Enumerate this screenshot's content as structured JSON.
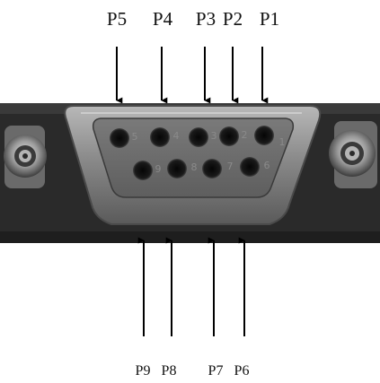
{
  "colors": {
    "background": "#ffffff",
    "photo_backdrop": "#2a2a2a",
    "metal_shell": "#9a9a9a",
    "connector_face": "#6f6f6f",
    "pin_hole": "#111111",
    "arrow": "#000000"
  },
  "top_labels": [
    "P5",
    "P4",
    "P3",
    "P2",
    "P1"
  ],
  "bottom_labels": [
    "P9",
    "P8",
    "P7",
    "P6"
  ],
  "pin_numbers": {
    "top_row": [
      "5",
      "4",
      "3",
      "2",
      "1"
    ],
    "bottom_row": [
      "9",
      "8",
      "7",
      "6"
    ]
  }
}
